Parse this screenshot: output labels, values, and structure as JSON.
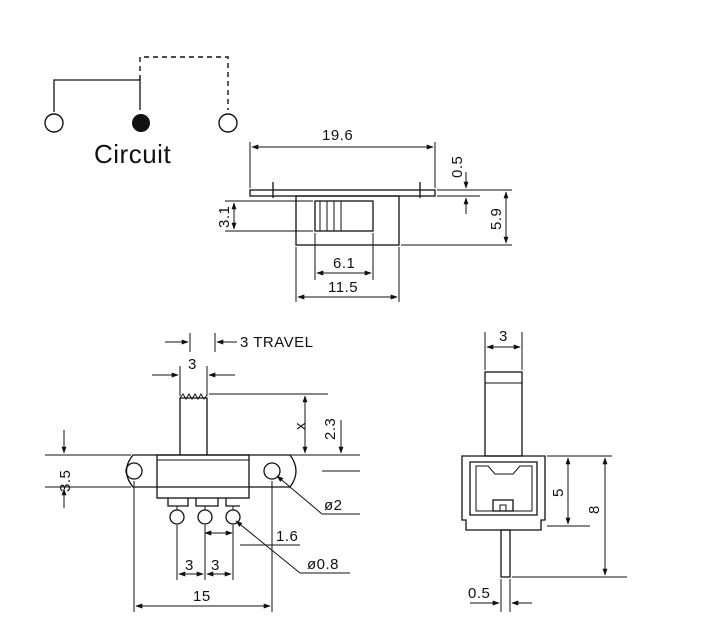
{
  "circuit": {
    "label": "Circuit"
  },
  "top_view": {
    "len_19_6": "19.6",
    "len_0_5": "0.5",
    "len_3_1": "3.1",
    "len_5_9": "5.9",
    "len_6_1": "6.1",
    "len_11_5": "11.5"
  },
  "side_view": {
    "travel": "3 TRAVEL",
    "len_3": "3",
    "x_label": "x",
    "len_2_3": "2.3",
    "len_3_5": "3.5",
    "dia_2": "ø2",
    "len_1_6": "1.6",
    "pitch_a": "3",
    "pitch_b": "3",
    "dia_0_8": "ø0.8",
    "len_15": "15"
  },
  "end_view": {
    "len_3": "3",
    "len_5": "5",
    "len_8": "8",
    "len_0_5": "0.5"
  }
}
